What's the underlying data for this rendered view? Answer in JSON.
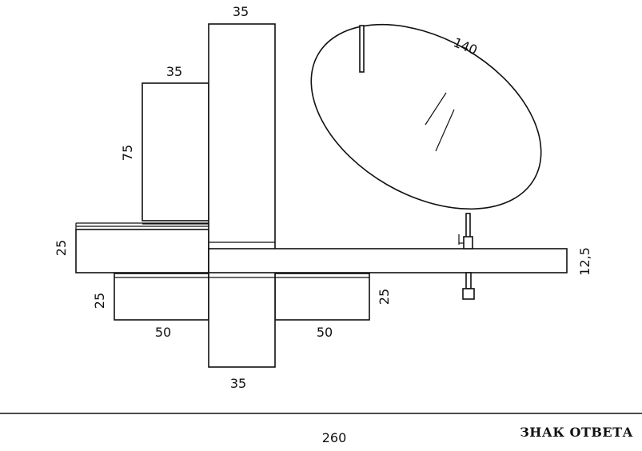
{
  "dimensions": {
    "tall_cabinet_top": "35",
    "tall_cabinet_bottom": "35",
    "wall_cabinet_width": "35",
    "wall_cabinet_height": "75",
    "left_console_height": "25",
    "drawer_left_height": "25",
    "drawer_left_width": "50",
    "drawer_right_width": "50",
    "drawer_right_height": "25",
    "mirror_size": "140",
    "countertop_thickness": "12,5",
    "total_width": "260"
  },
  "brand": {
    "label": "ЗНАК ОТВЕТА"
  }
}
